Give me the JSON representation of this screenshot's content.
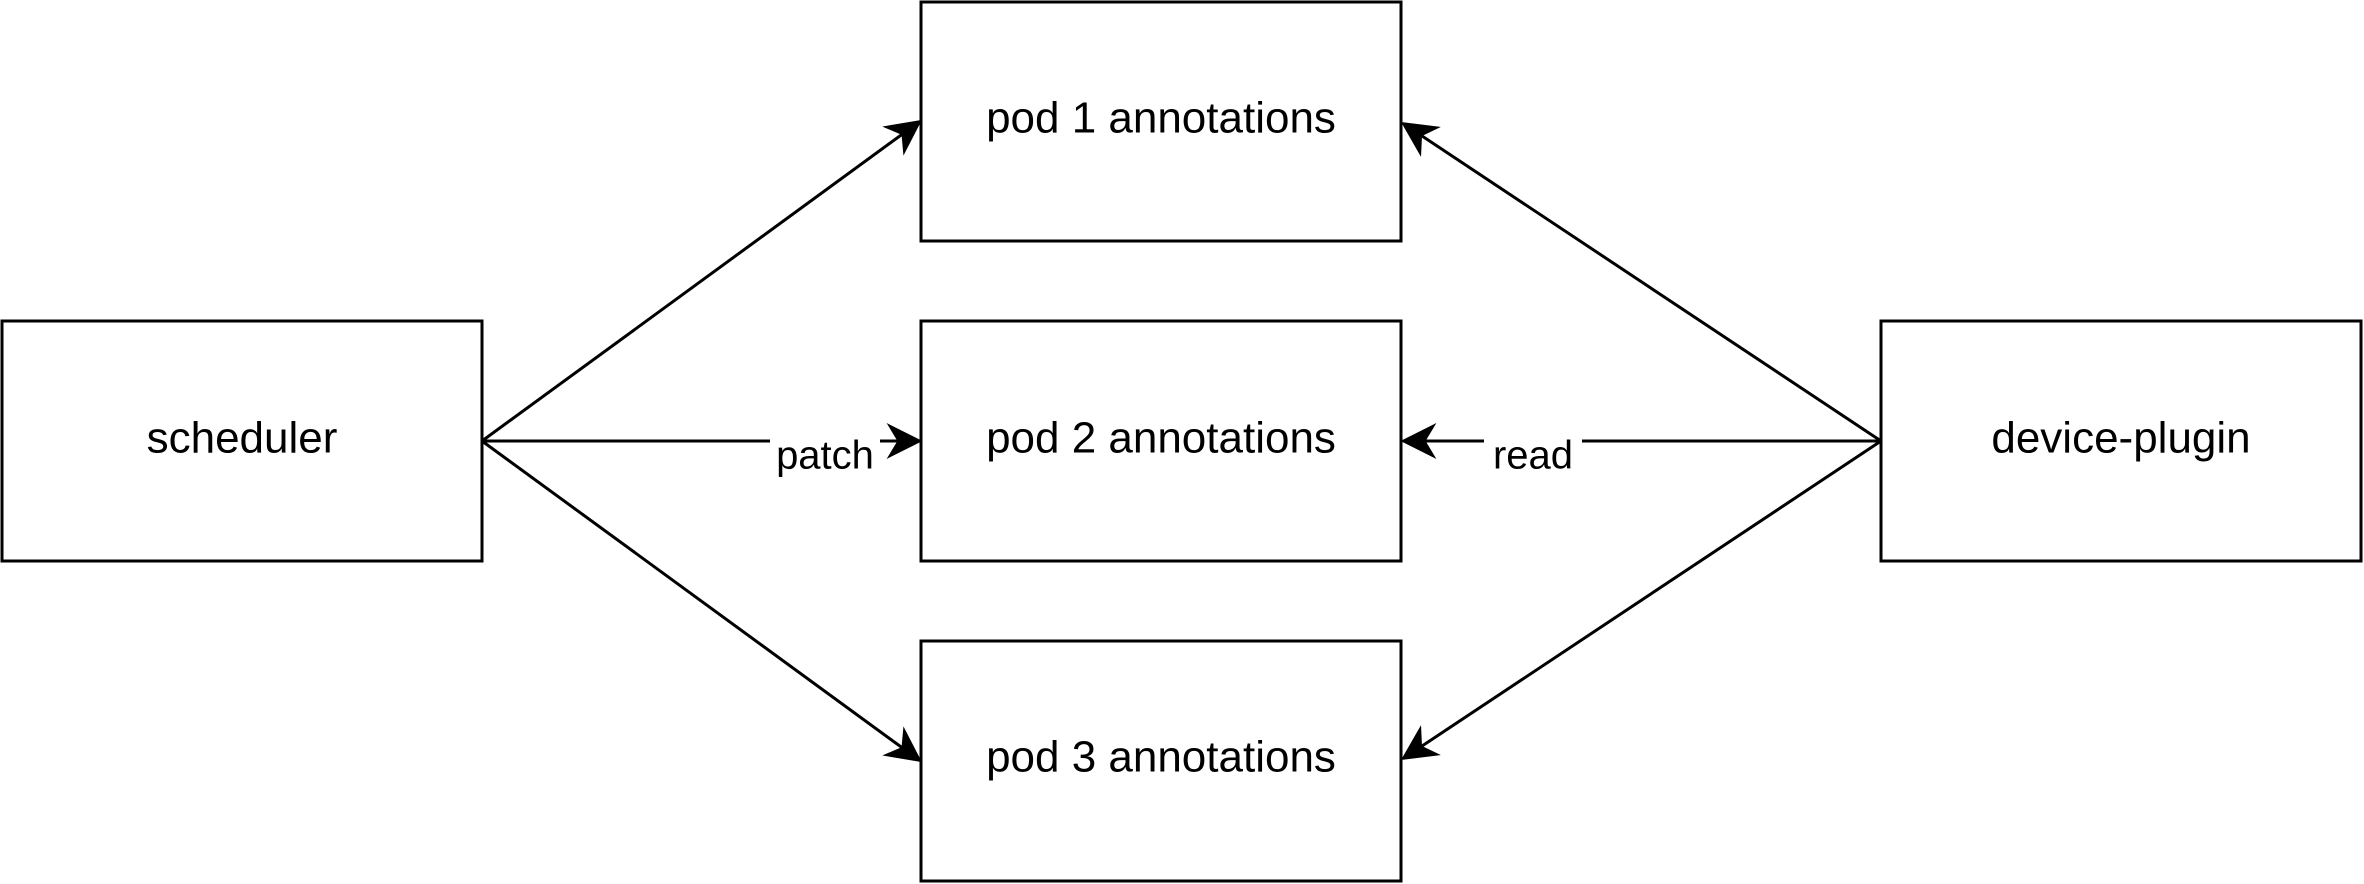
{
  "nodes": {
    "scheduler": {
      "label": "scheduler"
    },
    "pod1": {
      "label": "pod 1 annotations"
    },
    "pod2": {
      "label": "pod 2 annotations"
    },
    "pod3": {
      "label": "pod 3 annotations"
    },
    "device_plugin": {
      "label": "device-plugin"
    }
  },
  "edges": {
    "patch_label": "patch",
    "read_label": "read"
  },
  "colors": {
    "stroke": "#000000",
    "fill": "#ffffff"
  }
}
